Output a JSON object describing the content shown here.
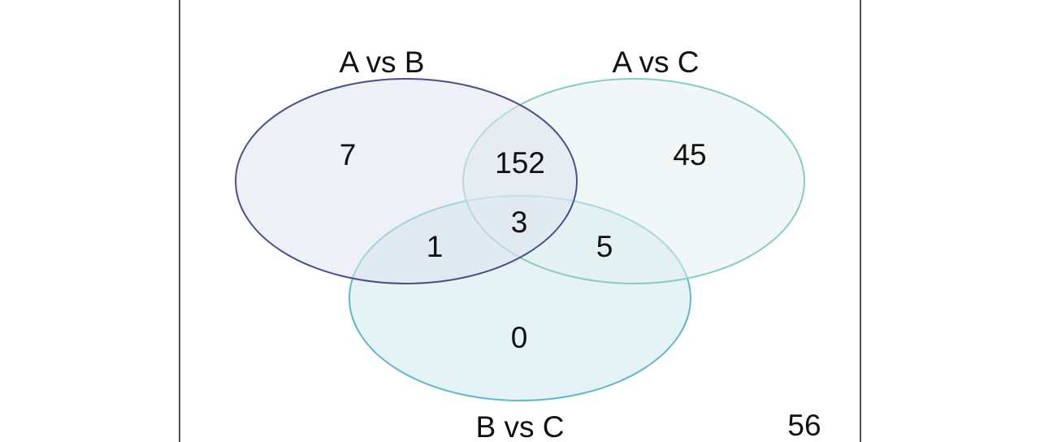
{
  "sets": [
    {
      "name": "A vs B",
      "fill": "#dfe3ef",
      "stroke": "#4a4f86"
    },
    {
      "name": "A vs C",
      "fill": "#e3f1ef",
      "stroke": "#86cdc2"
    },
    {
      "name": "B vs C",
      "fill": "#cfe8ee",
      "stroke": "#5fb8cc"
    }
  ],
  "regions": {
    "a_only": "7",
    "a_c": "152",
    "c_only": "45",
    "a_b_c": "3",
    "a_b": "1",
    "b_c": "5",
    "b_only": "0",
    "outside": "56"
  },
  "frame_color": "#555555"
}
